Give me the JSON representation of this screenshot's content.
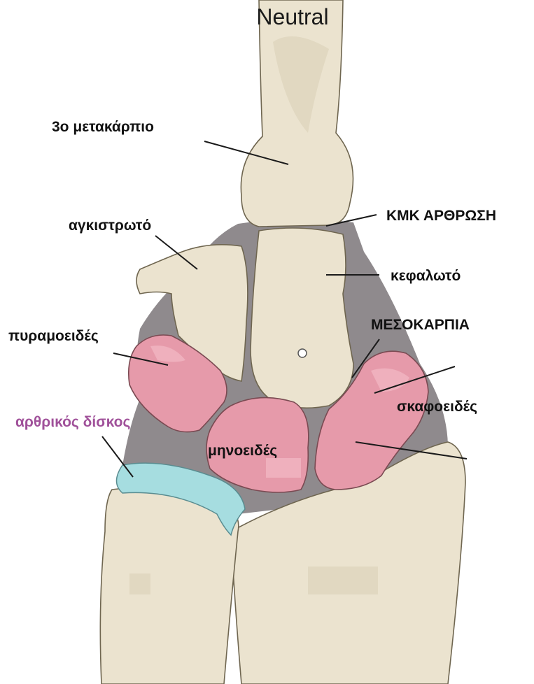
{
  "title": "Neutral",
  "labels": {
    "third_metacarpal": "3ο μετακάρπιο",
    "cmc_joint": "ΚΜΚ ΑΡΘΡΩΣΗ",
    "hamate": "αγκιστρωτό",
    "capitate": "κεφαλωτό",
    "triquetrum": "πυραμοειδές",
    "midcarpal": "ΜΕΣΟΚΑΡΠΙΑ",
    "scaphoid": "σκαφοειδές",
    "articular_disc": "αρθρικός δίσκος",
    "lunate": "μηνοειδές"
  },
  "colors": {
    "bone": "#ebe3cf",
    "carpal_bone": "#e69aaa",
    "articular_disc": "#a6dde0",
    "joint_space": "#8f8a8d",
    "disc_label": "#a0519a"
  }
}
